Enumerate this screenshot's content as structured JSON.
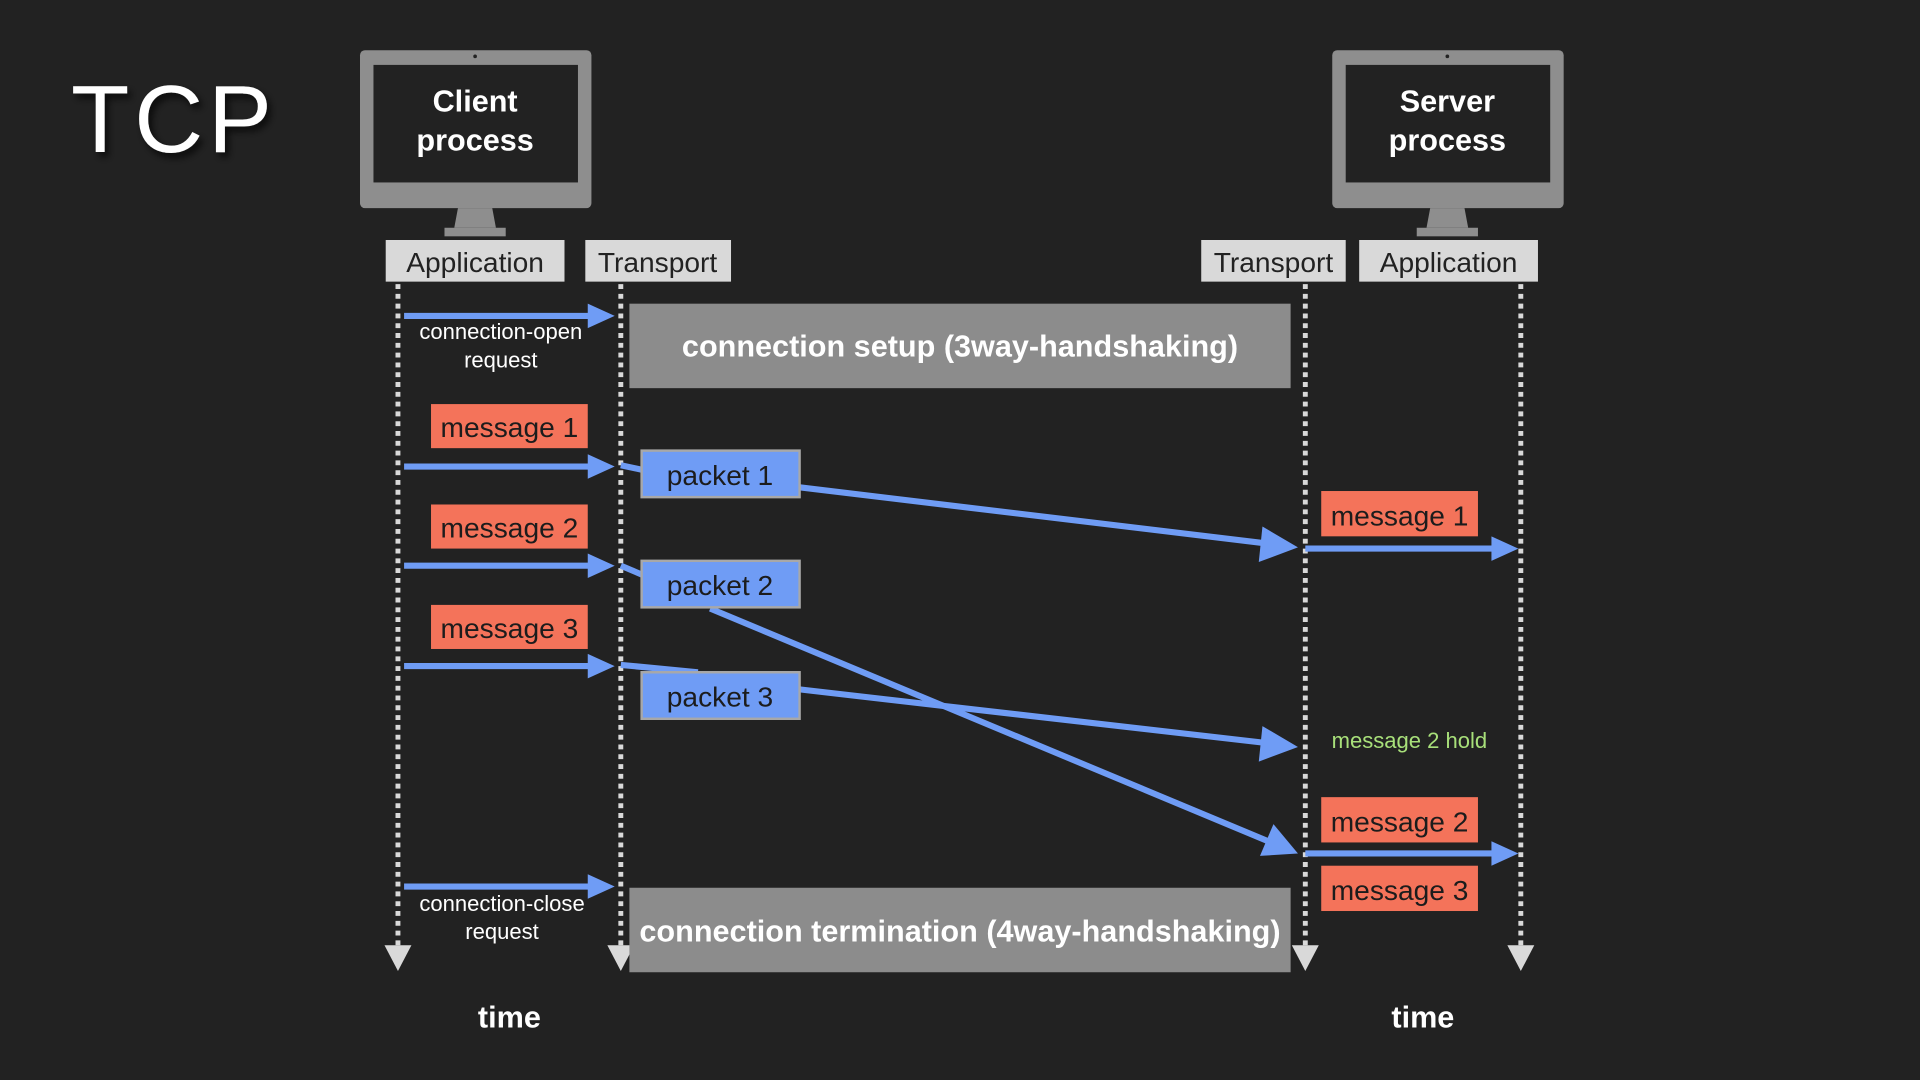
{
  "title": "TCP",
  "client": {
    "label_line1": "Client",
    "label_line2": "process",
    "app_label": "Application",
    "transport_label": "Transport",
    "time_label": "time"
  },
  "server": {
    "label_line1": "Server",
    "label_line2": "process",
    "app_label": "Application",
    "transport_label": "Transport",
    "time_label": "time"
  },
  "connection_open": {
    "line1": "connection-open",
    "line2": "request"
  },
  "connection_close": {
    "line1": "connection-close",
    "line2": "request"
  },
  "setup_box": "connection setup (3way-handshaking)",
  "termination_box": "connection termination (4way-handshaking)",
  "client_messages": [
    "message 1",
    "message 2",
    "message 3"
  ],
  "packets": [
    "packet 1",
    "packet 2",
    "packet 3"
  ],
  "server_messages": [
    "message 1",
    "message 2",
    "message 3"
  ],
  "hold_note": "message 2 hold",
  "colors": {
    "background": "#222222",
    "arrow": "#6f9cf5",
    "message": "#f4735a",
    "packet": "#6f9cf5",
    "box": "#8c8c8c",
    "hold_text": "#a8e07a"
  }
}
